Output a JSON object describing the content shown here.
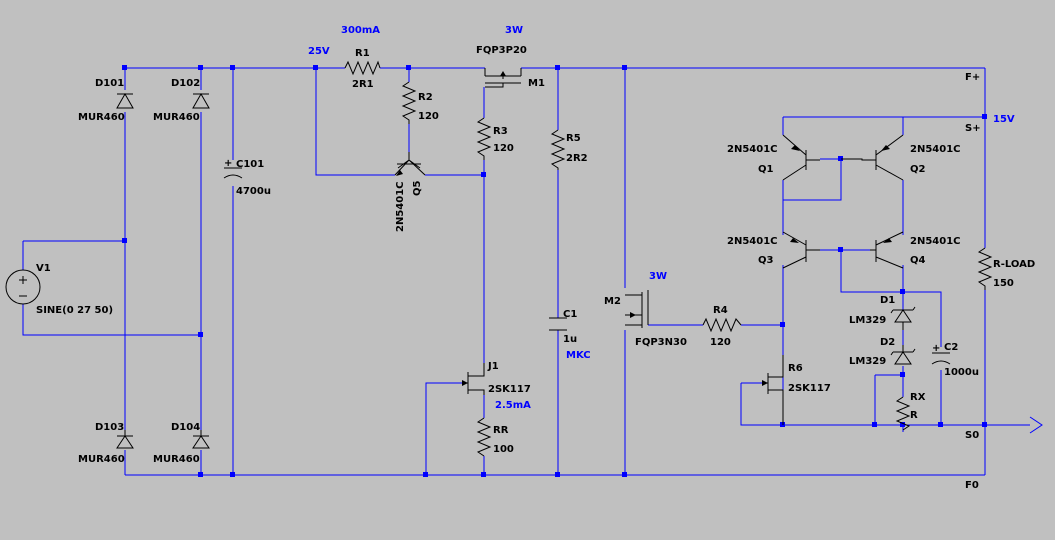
{
  "components": {
    "d101": {
      "ref": "D101",
      "value": "MUR460"
    },
    "d102": {
      "ref": "D102",
      "value": "MUR460"
    },
    "d103": {
      "ref": "D103",
      "value": "MUR460"
    },
    "d104": {
      "ref": "D104",
      "value": "MUR460"
    },
    "c101": {
      "ref": "C101",
      "value": "4700u"
    },
    "v1": {
      "ref": "V1",
      "value": "SINE(0 27 50)"
    },
    "r1": {
      "ref": "R1",
      "value": "2R1"
    },
    "r2": {
      "ref": "R2",
      "value": "120"
    },
    "r3": {
      "ref": "R3",
      "value": "120"
    },
    "q5": {
      "ref": "Q5",
      "value": "2N5401C"
    },
    "m1": {
      "ref": "M1",
      "value": "FQP3P20"
    },
    "r5": {
      "ref": "R5",
      "value": "2R2"
    },
    "c1": {
      "ref": "C1",
      "value": "1u"
    },
    "j1": {
      "ref": "J1",
      "value": "2SK117"
    },
    "rr": {
      "ref": "RR",
      "value": "100"
    },
    "m2": {
      "ref": "M2",
      "value": "FQP3N30"
    },
    "r4": {
      "ref": "R4",
      "value": "120"
    },
    "q1": {
      "ref": "Q1",
      "value": "2N5401C"
    },
    "q2": {
      "ref": "Q2",
      "value": "2N5401C"
    },
    "q3": {
      "ref": "Q3",
      "value": "2N5401C"
    },
    "q4": {
      "ref": "Q4",
      "value": "2N5401C"
    },
    "r6": {
      "ref": "R6",
      "value": "2SK117"
    },
    "d1": {
      "ref": "D1",
      "value": "LM329"
    },
    "d2": {
      "ref": "D2",
      "value": "LM329"
    },
    "rx": {
      "ref": "RX",
      "value": "R"
    },
    "c2": {
      "ref": "C2",
      "value": "1000u"
    },
    "rload": {
      "ref": "R-LOAD",
      "value": "150"
    }
  },
  "annotations": {
    "current_r1": "300mA",
    "power_m1": "3W",
    "v_rail": "25V",
    "power_m2": "3W",
    "current_j1": "2.5mA",
    "c1_type": "MKC",
    "v_out": "15V"
  },
  "nets": {
    "f_plus": "F+",
    "s_plus": "S+",
    "s_zero": "S0",
    "f_zero": "F0"
  },
  "colors": {
    "background": "#c0c0c0",
    "wire": "#0000ff",
    "component": "#000000",
    "note": "#0000ff"
  }
}
